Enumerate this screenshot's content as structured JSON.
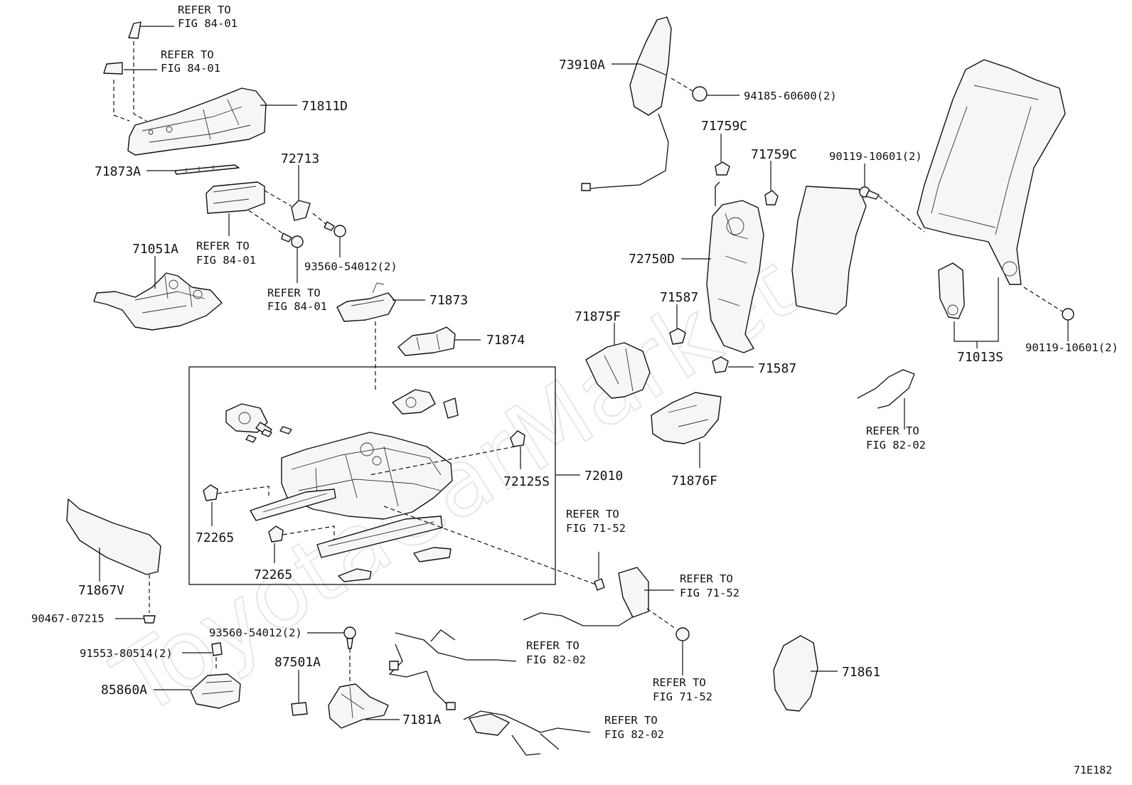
{
  "watermark": "ToyotaCarMarket",
  "sheet_id": "71E182",
  "callouts": {
    "c71811D": "71811D",
    "c71873A": "71873A",
    "c72713": "72713",
    "c71051A": "71051A",
    "c71873": "71873",
    "c71874": "71874",
    "c72010": "72010",
    "c72125S": "72125S",
    "c72265a": "72265",
    "c72265b": "72265",
    "c71867V": "71867V",
    "c87501A": "87501A",
    "c85860A": "85860A",
    "c7181A": "7181A",
    "c73910A": "73910A",
    "c71759Ca": "71759C",
    "c71759Cb": "71759C",
    "c72750D": "72750D",
    "c71587a": "71587",
    "c71587b": "71587",
    "c71875F": "71875F",
    "c71876F": "71876F",
    "c71013S": "71013S",
    "c71861": "71861"
  },
  "part_numbers": {
    "p94185": "94185-60600(2)",
    "p90119a": "90119-10601(2)",
    "p90119b": "90119-10601(2)",
    "p93560a": "93560-54012(2)",
    "p93560b": "93560-54012(2)",
    "p90467": "90467-07215",
    "p91553": "91553-80514(2)"
  },
  "refers": {
    "r1": [
      "REFER TO",
      "FIG 84-01"
    ],
    "r2": [
      "REFER TO",
      "FIG 84-01"
    ],
    "r3": [
      "REFER TO",
      "FIG 84-01"
    ],
    "r4": [
      "REFER TO",
      "FIG 84-01"
    ],
    "r5": [
      "REFER TO",
      "FIG 71-52"
    ],
    "r6": [
      "REFER TO",
      "FIG 71-52"
    ],
    "r7": [
      "REFER TO",
      "FIG 71-52"
    ],
    "r8": [
      "REFER TO",
      "FIG 82-02"
    ],
    "r9": [
      "REFER TO",
      "FIG 82-02"
    ],
    "r10": [
      "REFER TO",
      "FIG 82-02"
    ]
  }
}
